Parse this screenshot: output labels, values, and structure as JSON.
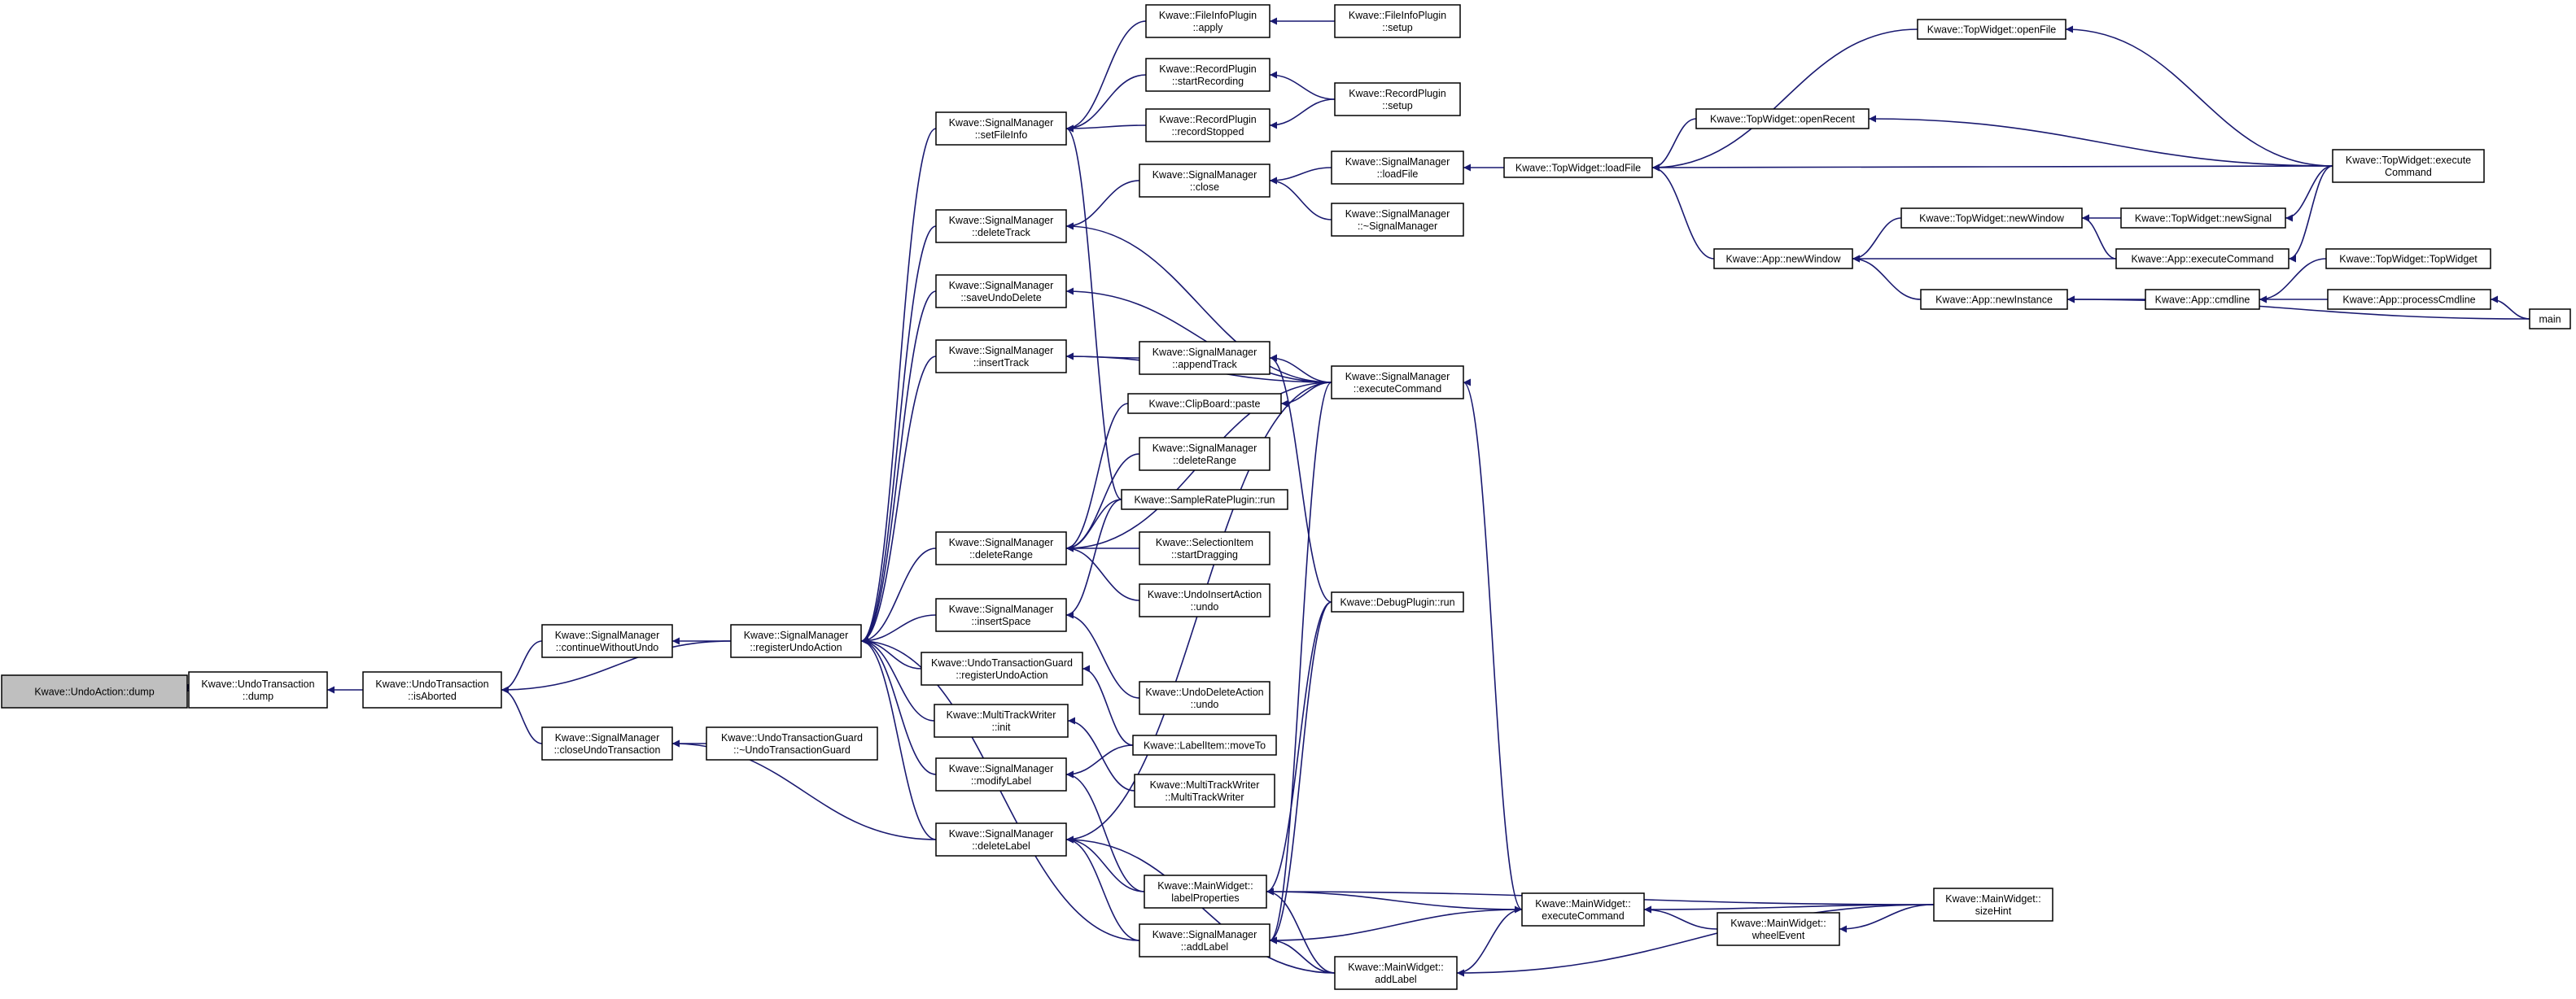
{
  "graph": {
    "title": "",
    "colors": {
      "edge": "#191970",
      "node_border": "#000000",
      "root_fill": "#bfbfbf",
      "node_fill": "#ffffff"
    },
    "nodes": [
      {
        "id": "n1",
        "lines": [
          "Kwave::UndoAction::dump"
        ],
        "highlight": true
      },
      {
        "id": "n2",
        "lines": [
          "Kwave::UndoTransaction",
          "::dump"
        ]
      },
      {
        "id": "n3",
        "lines": [
          "Kwave::UndoTransaction",
          "::isAborted"
        ]
      },
      {
        "id": "n4",
        "lines": [
          "Kwave::SignalManager",
          "::continueWithoutUndo"
        ]
      },
      {
        "id": "n5",
        "lines": [
          "Kwave::SignalManager",
          "::closeUndoTransaction"
        ]
      },
      {
        "id": "n6",
        "lines": [
          "Kwave::SignalManager",
          "::registerUndoAction"
        ]
      },
      {
        "id": "n7",
        "lines": [
          "Kwave::UndoTransactionGuard",
          "::~UndoTransactionGuard"
        ]
      },
      {
        "id": "n8",
        "lines": [
          "Kwave::SignalManager",
          "::setFileInfo"
        ]
      },
      {
        "id": "n9",
        "lines": [
          "Kwave::SignalManager",
          "::deleteTrack"
        ]
      },
      {
        "id": "n10",
        "lines": [
          "Kwave::SignalManager",
          "::saveUndoDelete"
        ]
      },
      {
        "id": "n11",
        "lines": [
          "Kwave::SignalManager",
          "::insertTrack"
        ]
      },
      {
        "id": "n12",
        "lines": [
          "Kwave::SignalManager",
          "::deleteRange"
        ]
      },
      {
        "id": "n13",
        "lines": [
          "Kwave::SignalManager",
          "::insertSpace"
        ]
      },
      {
        "id": "n14",
        "lines": [
          "Kwave::UndoTransactionGuard",
          "::registerUndoAction"
        ]
      },
      {
        "id": "n15",
        "lines": [
          "Kwave::MultiTrackWriter",
          "::init"
        ]
      },
      {
        "id": "n16",
        "lines": [
          "Kwave::SignalManager",
          "::modifyLabel"
        ]
      },
      {
        "id": "n17",
        "lines": [
          "Kwave::SignalManager",
          "::deleteLabel"
        ]
      },
      {
        "id": "n18",
        "lines": [
          "Kwave::FileInfoPlugin",
          "::apply"
        ]
      },
      {
        "id": "n19",
        "lines": [
          "Kwave::RecordPlugin",
          "::startRecording"
        ]
      },
      {
        "id": "n20",
        "lines": [
          "Kwave::RecordPlugin",
          "::recordStopped"
        ]
      },
      {
        "id": "n21",
        "lines": [
          "Kwave::SignalManager",
          "::close"
        ]
      },
      {
        "id": "n22",
        "lines": [
          "Kwave::SignalManager",
          "::appendTrack"
        ]
      },
      {
        "id": "n23",
        "lines": [
          "Kwave::ClipBoard::paste"
        ]
      },
      {
        "id": "n24",
        "lines": [
          "Kwave::SignalManager",
          "::deleteRange"
        ]
      },
      {
        "id": "n25",
        "lines": [
          "Kwave::SampleRatePlugin::run"
        ]
      },
      {
        "id": "n26",
        "lines": [
          "Kwave::SelectionItem",
          "::startDragging"
        ]
      },
      {
        "id": "n27",
        "lines": [
          "Kwave::UndoInsertAction",
          "::undo"
        ]
      },
      {
        "id": "n28",
        "lines": [
          "Kwave::UndoDeleteAction",
          "::undo"
        ]
      },
      {
        "id": "n29",
        "lines": [
          "Kwave::LabelItem::moveTo"
        ]
      },
      {
        "id": "n30",
        "lines": [
          "Kwave::MultiTrackWriter",
          "::MultiTrackWriter"
        ]
      },
      {
        "id": "n31",
        "lines": [
          "Kwave::MainWidget::",
          "labelProperties"
        ]
      },
      {
        "id": "n32",
        "lines": [
          "Kwave::SignalManager",
          "::addLabel"
        ]
      },
      {
        "id": "n33",
        "lines": [
          "Kwave::FileInfoPlugin",
          "::setup"
        ]
      },
      {
        "id": "n34",
        "lines": [
          "Kwave::RecordPlugin",
          "::setup"
        ]
      },
      {
        "id": "n35",
        "lines": [
          "Kwave::SignalManager",
          "::loadFile"
        ]
      },
      {
        "id": "n36",
        "lines": [
          "Kwave::SignalManager",
          "::~SignalManager"
        ]
      },
      {
        "id": "n37",
        "lines": [
          "Kwave::SignalManager",
          "::executeCommand"
        ]
      },
      {
        "id": "n38",
        "lines": [
          "Kwave::DebugPlugin::run"
        ]
      },
      {
        "id": "n39",
        "lines": [
          "Kwave::MainWidget::",
          "executeCommand"
        ]
      },
      {
        "id": "n40",
        "lines": [
          "Kwave::MainWidget::",
          "addLabel"
        ]
      },
      {
        "id": "n41",
        "lines": [
          "Kwave::TopWidget::loadFile"
        ]
      },
      {
        "id": "n42",
        "lines": [
          "Kwave::TopWidget::openFile"
        ]
      },
      {
        "id": "n43",
        "lines": [
          "Kwave::TopWidget::openRecent"
        ]
      },
      {
        "id": "n44",
        "lines": [
          "Kwave::TopWidget::newWindow"
        ]
      },
      {
        "id": "n45",
        "lines": [
          "Kwave::App::newWindow"
        ]
      },
      {
        "id": "n46",
        "lines": [
          "Kwave::App::newInstance"
        ]
      },
      {
        "id": "n47",
        "lines": [
          "Kwave::MainWidget::",
          "wheelEvent"
        ]
      },
      {
        "id": "n48",
        "lines": [
          "Kwave::TopWidget::newSignal"
        ]
      },
      {
        "id": "n49",
        "lines": [
          "Kwave::App::executeCommand"
        ]
      },
      {
        "id": "n50",
        "lines": [
          "Kwave::App::cmdline"
        ]
      },
      {
        "id": "n51",
        "lines": [
          "Kwave::TopWidget::execute",
          "Command"
        ]
      },
      {
        "id": "n52",
        "lines": [
          "Kwave::TopWidget::TopWidget"
        ]
      },
      {
        "id": "n53",
        "lines": [
          "Kwave::App::processCmdline"
        ]
      },
      {
        "id": "n54",
        "lines": [
          "Kwave::MainWidget::",
          "sizeHint"
        ]
      },
      {
        "id": "n55",
        "lines": [
          "main"
        ]
      }
    ],
    "edges": [
      [
        "n2",
        "n1"
      ],
      [
        "n3",
        "n2"
      ],
      [
        "n4",
        "n3"
      ],
      [
        "n5",
        "n3"
      ],
      [
        "n6",
        "n3"
      ],
      [
        "n6",
        "n4"
      ],
      [
        "n7",
        "n5"
      ],
      [
        "n17",
        "n5"
      ],
      [
        "n8",
        "n6"
      ],
      [
        "n9",
        "n6"
      ],
      [
        "n10",
        "n6"
      ],
      [
        "n11",
        "n6"
      ],
      [
        "n12",
        "n6"
      ],
      [
        "n13",
        "n6"
      ],
      [
        "n14",
        "n6"
      ],
      [
        "n15",
        "n6"
      ],
      [
        "n16",
        "n6"
      ],
      [
        "n17",
        "n6"
      ],
      [
        "n32",
        "n6"
      ],
      [
        "n18",
        "n8"
      ],
      [
        "n19",
        "n8"
      ],
      [
        "n20",
        "n8"
      ],
      [
        "n25",
        "n8"
      ],
      [
        "n21",
        "n9"
      ],
      [
        "n37",
        "n9"
      ],
      [
        "n37",
        "n10"
      ],
      [
        "n22",
        "n11"
      ],
      [
        "n37",
        "n11"
      ],
      [
        "n23",
        "n12"
      ],
      [
        "n24",
        "n12"
      ],
      [
        "n25",
        "n12"
      ],
      [
        "n26",
        "n12"
      ],
      [
        "n27",
        "n12"
      ],
      [
        "n37",
        "n12"
      ],
      [
        "n25",
        "n13"
      ],
      [
        "n28",
        "n13"
      ],
      [
        "n29",
        "n14"
      ],
      [
        "n30",
        "n15"
      ],
      [
        "n29",
        "n16"
      ],
      [
        "n31",
        "n16"
      ],
      [
        "n31",
        "n17"
      ],
      [
        "n32",
        "n17"
      ],
      [
        "n37",
        "n17"
      ],
      [
        "n40",
        "n17"
      ],
      [
        "n33",
        "n18"
      ],
      [
        "n34",
        "n19"
      ],
      [
        "n34",
        "n20"
      ],
      [
        "n35",
        "n21"
      ],
      [
        "n36",
        "n21"
      ],
      [
        "n37",
        "n22"
      ],
      [
        "n38",
        "n22"
      ],
      [
        "n37",
        "n23"
      ],
      [
        "n31",
        "n39"
      ],
      [
        "n38",
        "n31"
      ],
      [
        "n37",
        "n32"
      ],
      [
        "n38",
        "n32"
      ],
      [
        "n39",
        "n32"
      ],
      [
        "n40",
        "n32"
      ],
      [
        "n41",
        "n35"
      ],
      [
        "n39",
        "n37"
      ],
      [
        "n39",
        "n40"
      ],
      [
        "n40",
        "n31"
      ],
      [
        "n42",
        "n41"
      ],
      [
        "n43",
        "n41"
      ],
      [
        "n45",
        "n41"
      ],
      [
        "n51",
        "n41"
      ],
      [
        "n51",
        "n42"
      ],
      [
        "n51",
        "n43"
      ],
      [
        "n48",
        "n44"
      ],
      [
        "n49",
        "n44"
      ],
      [
        "n44",
        "n45"
      ],
      [
        "n46",
        "n45"
      ],
      [
        "n49",
        "n45"
      ],
      [
        "n50",
        "n46"
      ],
      [
        "n55",
        "n46"
      ],
      [
        "n47",
        "n39"
      ],
      [
        "n54",
        "n39"
      ],
      [
        "n54",
        "n31"
      ],
      [
        "n54",
        "n40"
      ],
      [
        "n54",
        "n47"
      ],
      [
        "n51",
        "n48"
      ],
      [
        "n51",
        "n49"
      ],
      [
        "n53",
        "n50"
      ],
      [
        "n52",
        "n50"
      ],
      [
        "n55",
        "n53"
      ]
    ]
  }
}
